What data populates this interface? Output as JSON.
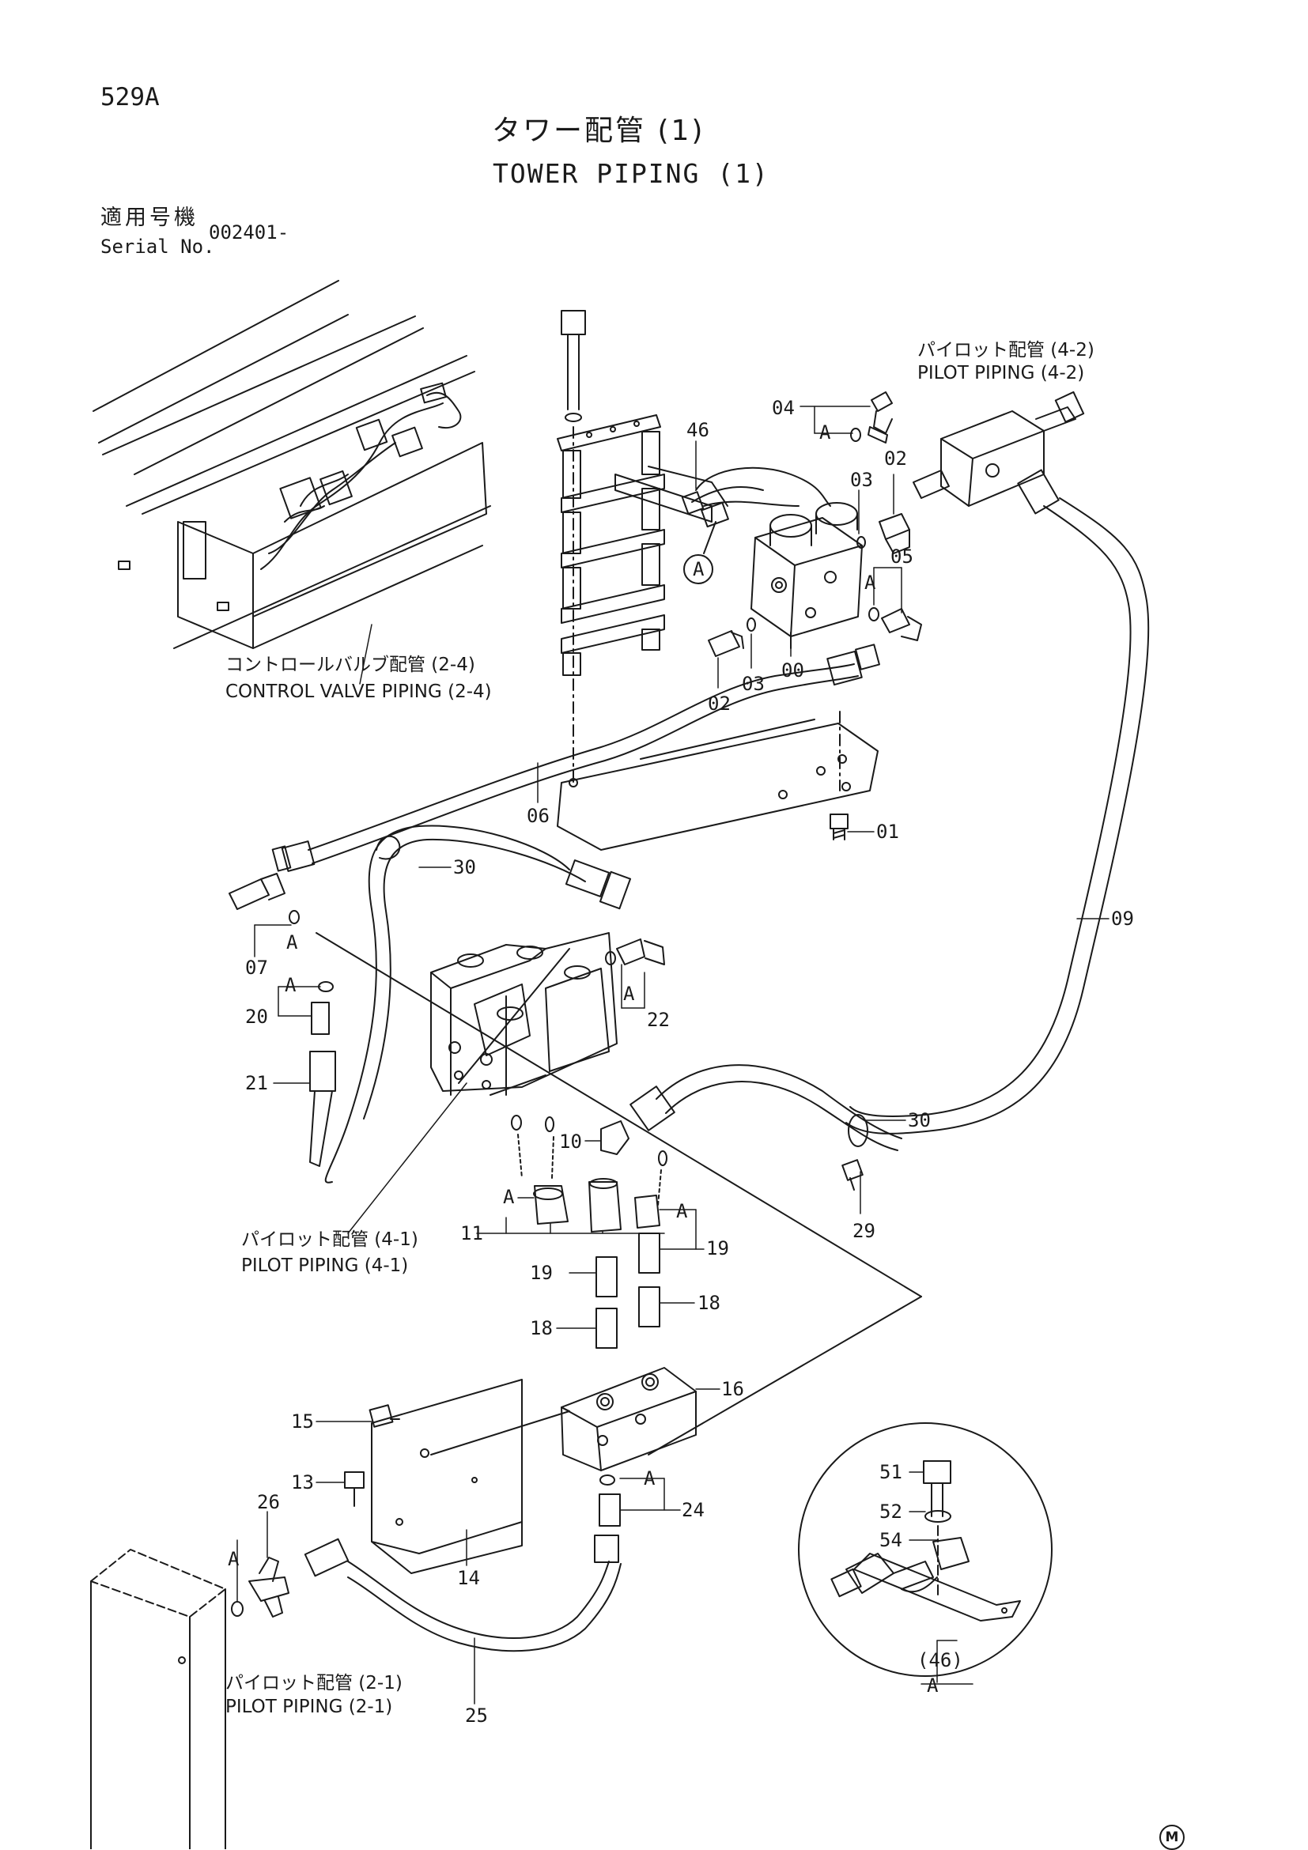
{
  "page": {
    "number": "529A",
    "title_jp": "タワー配管 (1)",
    "title_en": "TOWER PIPING (1)",
    "serial_label_jp": "適用号機",
    "serial_label_en": "Serial No.",
    "serial_value": "002401-"
  },
  "references": [
    {
      "id": "control-valve-piping-2-4",
      "jp": "コントロールバルブ配管 (2-4)",
      "en": "CONTROL VALVE PIPING (2-4)"
    },
    {
      "id": "pilot-piping-4-2",
      "jp": "パイロット配管 (4-2)",
      "en": "PILOT PIPING (4-2)"
    },
    {
      "id": "pilot-piping-4-1",
      "jp": "パイロット配管 (4-1)",
      "en": "PILOT PIPING (4-1)"
    },
    {
      "id": "pilot-piping-2-1",
      "jp": "パイロット配管 (2-1)",
      "en": "PILOT PIPING (2-1)"
    }
  ],
  "part_numbers": {
    "p00": "00",
    "p01": "01",
    "p02a": "02",
    "p02b": "02",
    "p03a": "03",
    "p03b": "03",
    "p04": "04",
    "p05": "05",
    "p06": "06",
    "p07": "07",
    "p09": "09",
    "p10": "10",
    "p11": "11",
    "p13": "13",
    "p14": "14",
    "p15": "15",
    "p16": "16",
    "p18a": "18",
    "p18b": "18",
    "p19a": "19",
    "p19b": "19",
    "p20": "20",
    "p21": "21",
    "p22": "22",
    "p24": "24",
    "p25": "25",
    "p26": "26",
    "p29": "29",
    "p30a": "30",
    "p30b": "30",
    "p46": "46",
    "p51": "51",
    "p52": "52",
    "p54": "54",
    "p46_detail": "(46)"
  },
  "view_markers": {
    "circle_label": "A",
    "detail_label": "A",
    "set_label": "A"
  },
  "footer_mark": "M"
}
